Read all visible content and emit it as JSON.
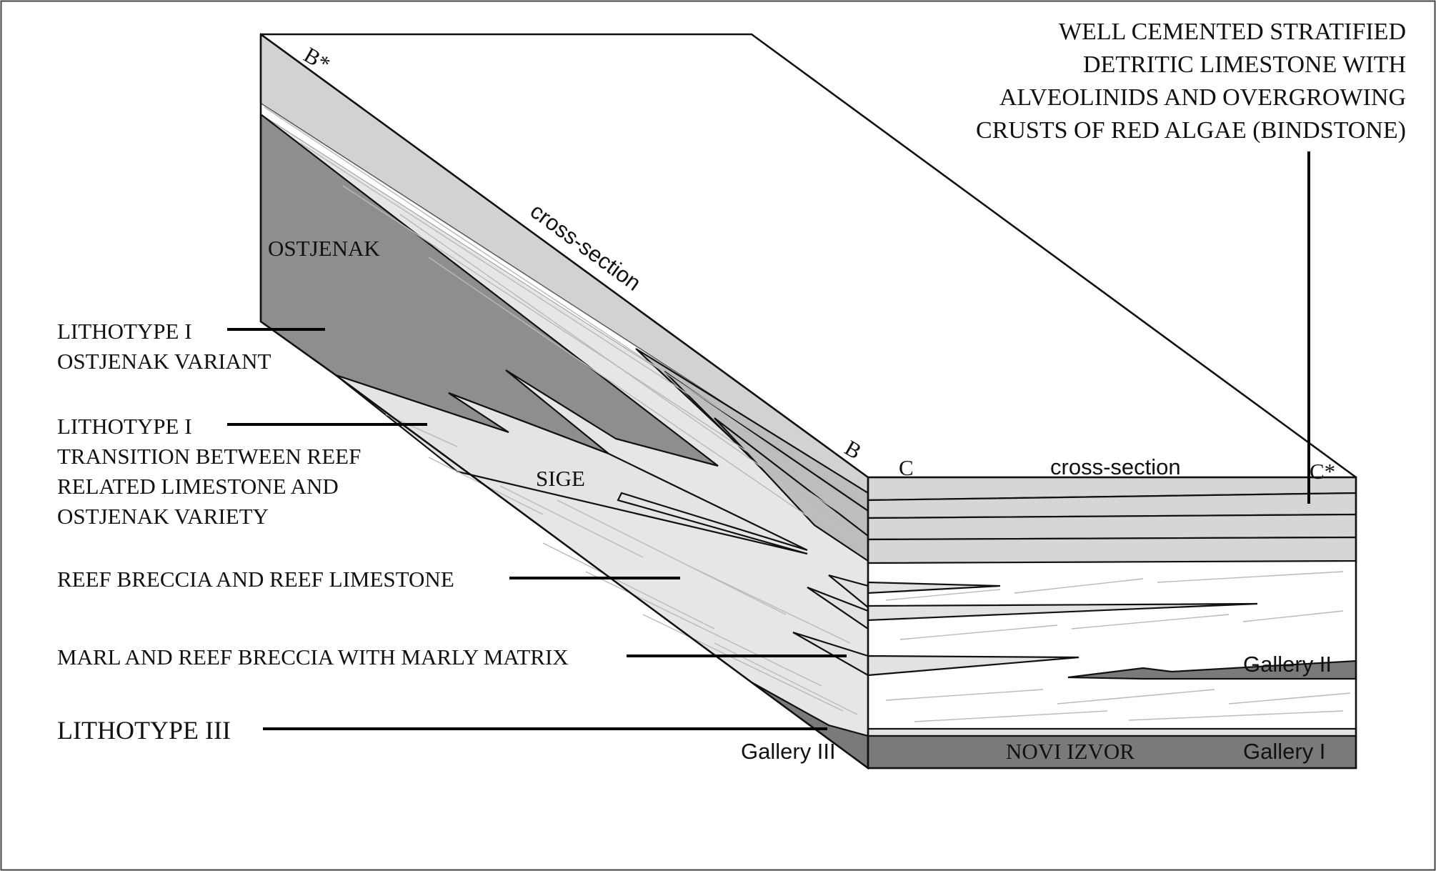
{
  "labels": {
    "top_note": [
      "WELL CEMENTED STRATIFIED",
      "DETRITIC LIMESTONE WITH",
      "ALVEOLINIDS AND OVERGROWING",
      "CRUSTS OF RED ALGAE (BINDSTONE)"
    ],
    "lithotype1_ostjenak": [
      "LITHOTYPE I",
      "OSTJENAK VARIANT"
    ],
    "lithotype1_transition": [
      "LITHOTYPE I",
      "TRANSITION BETWEEN REEF",
      "RELATED LIMESTONE AND",
      "OSTJENAK VARIETY"
    ],
    "reef_breccia": "REEF BRECCIA AND REEF LIMESTONE",
    "marl_breccia": "MARL AND REEF BRECCIA WITH MARLY MATRIX",
    "lithotype3": "LITHOTYPE III",
    "ostjenak": "OSTJENAK",
    "sige": "SIGE",
    "novi_izvor": "NOVI IZVOR",
    "section_b_cross": "cross-section",
    "section_c_cross": "cross-section",
    "b_star": "B*",
    "b": "B",
    "c": "C",
    "c_star": "C*",
    "gallery_i": "Gallery   I",
    "gallery_ii": "Gallery   II",
    "gallery_iii": "Gallery III"
  },
  "colors": {
    "dark_grey": "#7a7a7a",
    "mid_grey": "#a8a8a8",
    "light_grey": "#d6d6d6",
    "pale_grey": "#e6e6e6",
    "white": "#ffffff",
    "line": "#111111"
  }
}
